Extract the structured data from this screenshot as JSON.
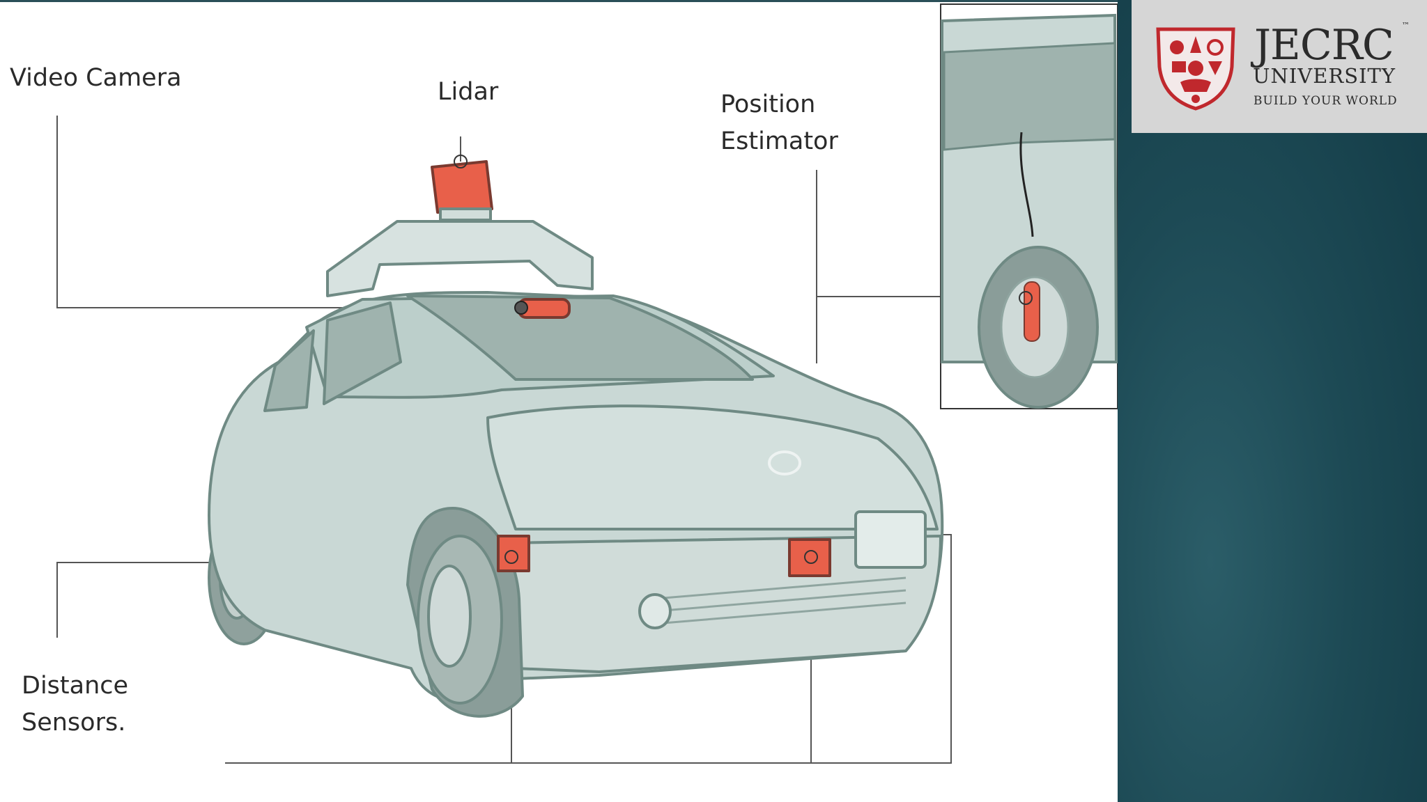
{
  "labels": {
    "video_camera": "Video Camera",
    "lidar": "Lidar",
    "position_line1": "Position",
    "position_line2": "Estimator",
    "distance_line1": "Distance",
    "distance_line2": "Sensors."
  },
  "logo": {
    "name": "JECRC",
    "trademark": "™",
    "subtitle": "UNIVERSITY",
    "tagline": "BUILD YOUR WORLD"
  },
  "colors": {
    "car_body": "#c9d8d5",
    "car_outline": "#6f8a84",
    "sensor_accent": "#e8604a",
    "side_panel": "#1d4a55",
    "logo_background": "#d6d6d6",
    "logo_crest": "#c0282d"
  }
}
